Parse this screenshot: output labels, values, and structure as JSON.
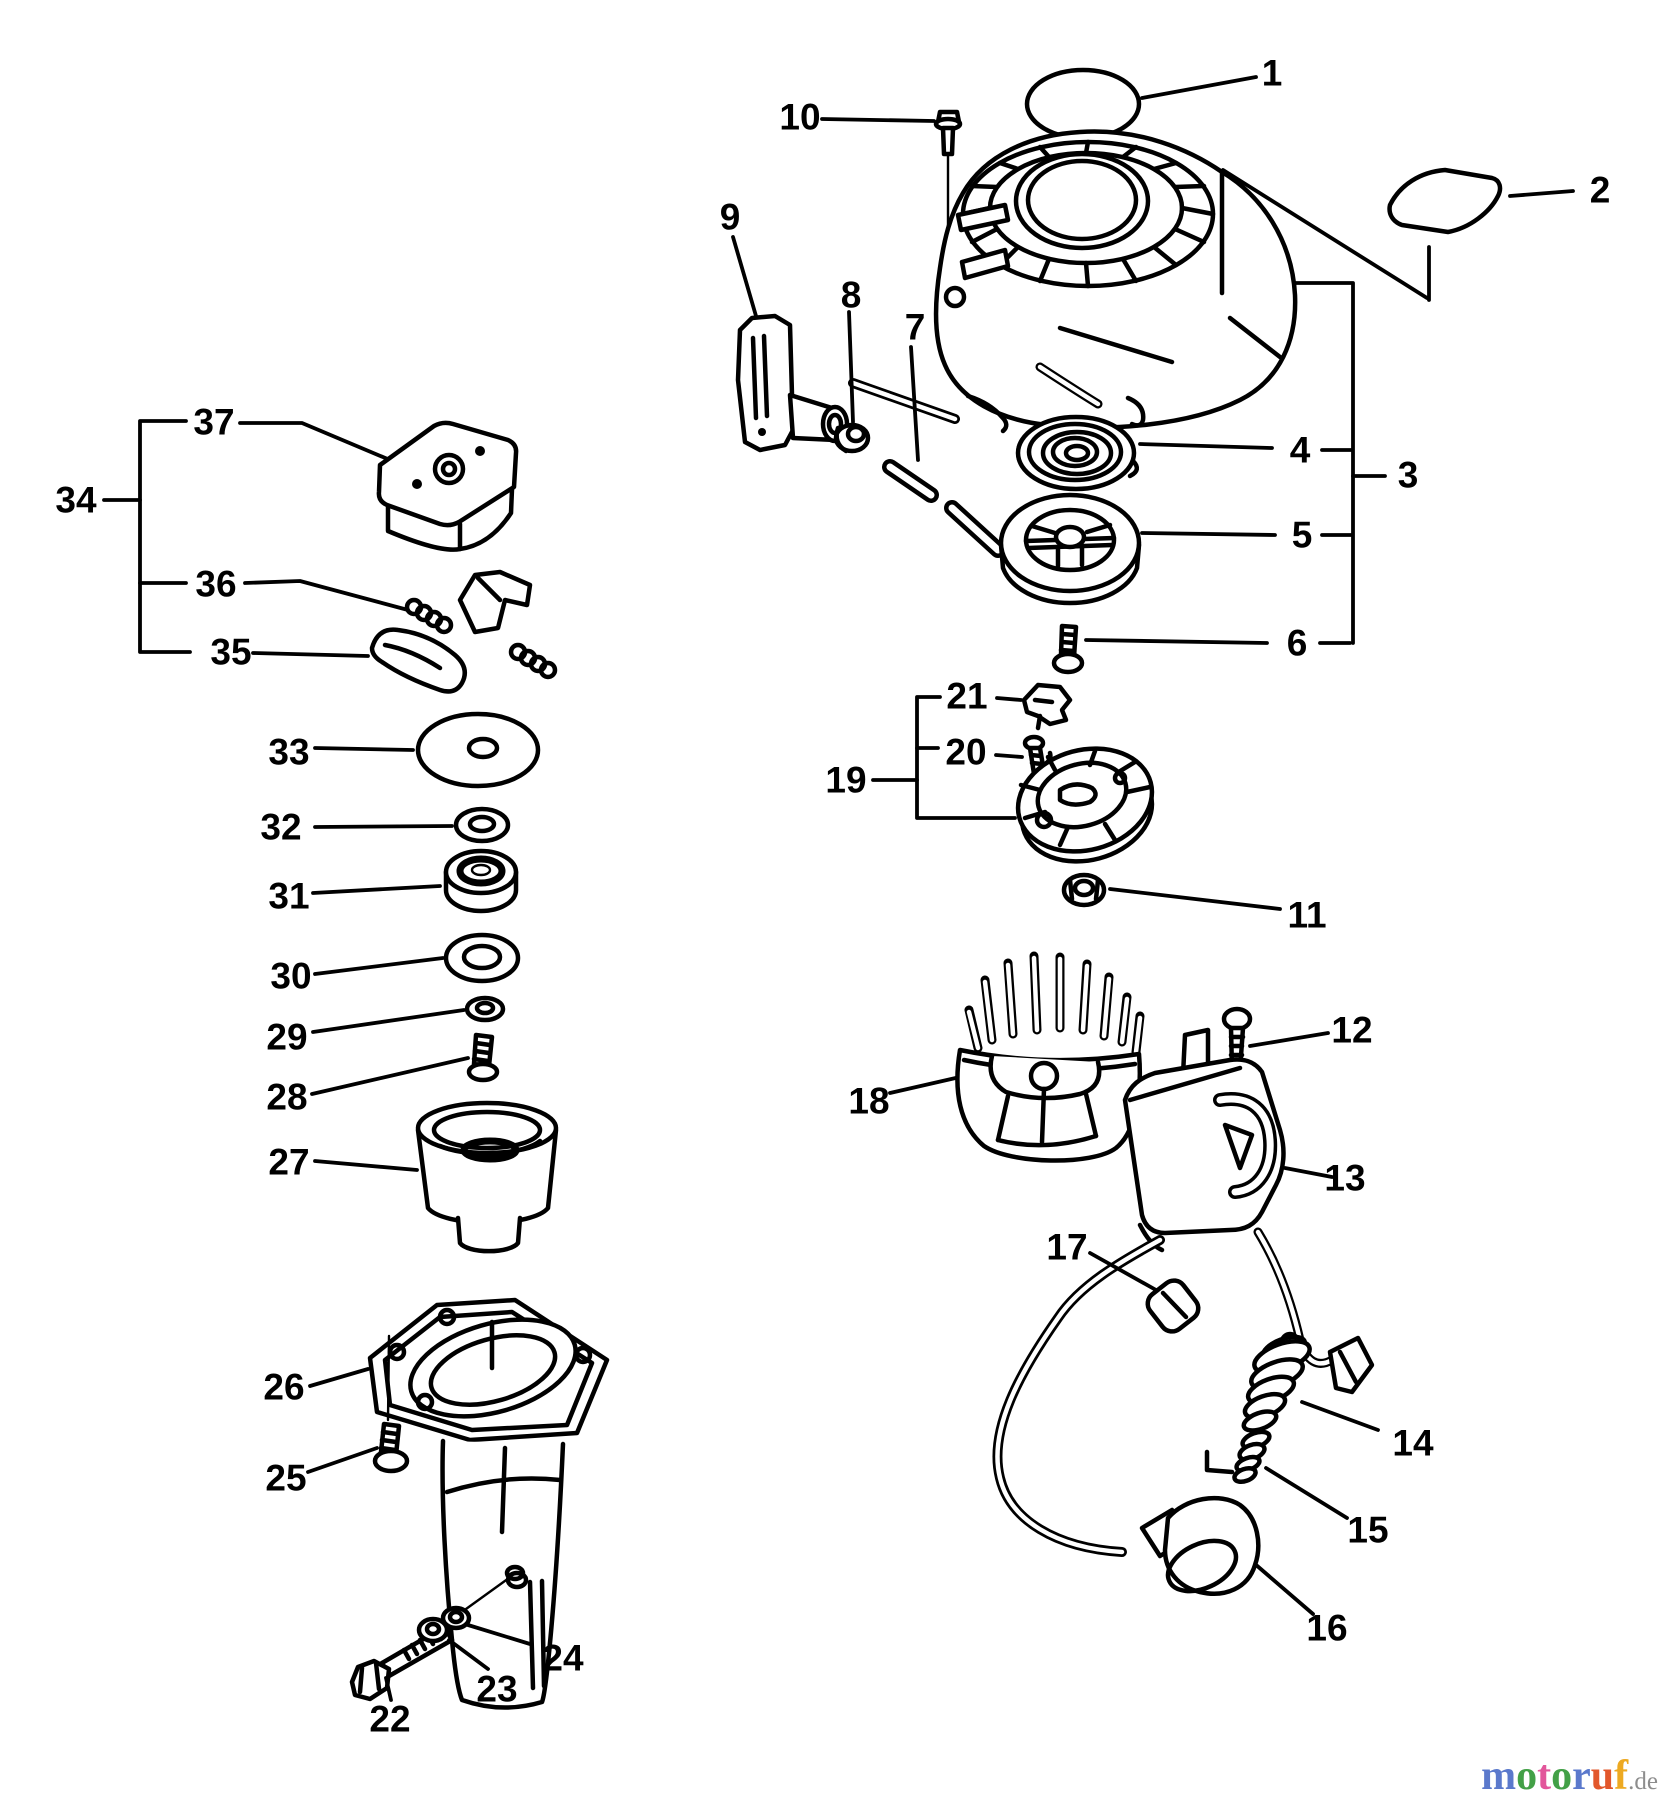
{
  "diagram": {
    "kind": "exploded-parts-diagram",
    "background": "#ffffff",
    "line_color": "#000000"
  },
  "callouts": {
    "c1": "1",
    "c2": "2",
    "c3": "3",
    "c4": "4",
    "c5": "5",
    "c6": "6",
    "c7": "7",
    "c8": "8",
    "c9": "9",
    "c10": "10",
    "c11": "11",
    "c12": "12",
    "c13": "13",
    "c14": "14",
    "c15": "15",
    "c16": "16",
    "c17": "17",
    "c18": "18",
    "c19": "19",
    "c20": "20",
    "c21": "21",
    "c22": "22",
    "c23": "23",
    "c24": "24",
    "c25": "25",
    "c26": "26",
    "c27": "27",
    "c28": "28",
    "c29": "29",
    "c30": "30",
    "c31": "31",
    "c32": "32",
    "c33": "33",
    "c34": "34",
    "c35": "35",
    "c36": "36",
    "c37": "37"
  },
  "watermark": {
    "letters": [
      {
        "ch": "m",
        "color": "#5b79cc"
      },
      {
        "ch": "o",
        "color": "#43a047"
      },
      {
        "ch": "t",
        "color": "#e2569b"
      },
      {
        "ch": "o",
        "color": "#43a047"
      },
      {
        "ch": "r",
        "color": "#5b79cc"
      },
      {
        "ch": "u",
        "color": "#e2572b"
      },
      {
        "ch": "f",
        "color": "#eda921"
      }
    ],
    "suffix": ".de",
    "suffix_color": "#8d8d8d"
  }
}
